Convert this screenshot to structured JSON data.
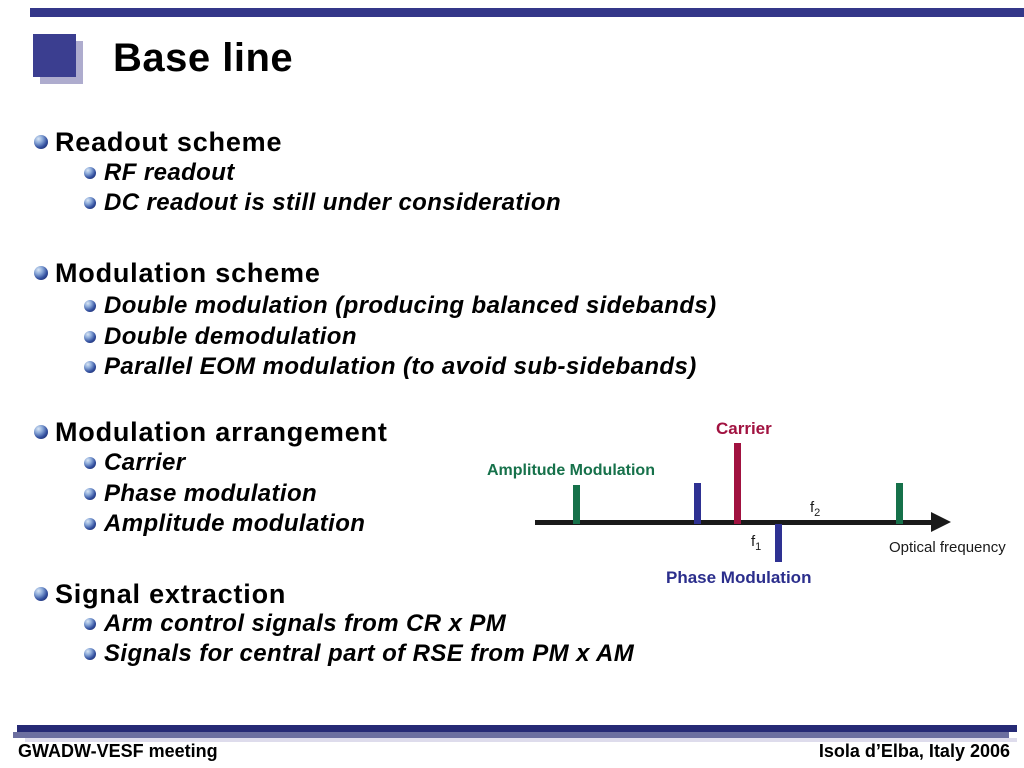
{
  "slide": {
    "title": "Base line",
    "sections": [
      {
        "heading": "Readout scheme",
        "items": [
          "RF readout",
          "DC readout is still under consideration"
        ]
      },
      {
        "heading": "Modulation scheme",
        "items": [
          "Double modulation (producing balanced sidebands)",
          "Double demodulation",
          "Parallel EOM modulation (to avoid sub-sidebands)"
        ]
      },
      {
        "heading": "Modulation arrangement",
        "items": [
          "Carrier",
          "Phase modulation",
          "Amplitude modulation"
        ]
      },
      {
        "heading": "Signal extraction",
        "items": [
          "Arm control signals from CR x PM",
          "Signals for central part of RSE from PM x AM"
        ]
      }
    ]
  },
  "diagram": {
    "carrier_label": "Carrier",
    "amplitude_label": "Amplitude Modulation",
    "phase_label": "Phase Modulation",
    "axis_label": "Optical frequency",
    "f1": {
      "base": "f",
      "sub": "1"
    },
    "f2": {
      "base": "f",
      "sub": "2"
    },
    "colors": {
      "carrier": "#A11240",
      "amplitude_modulation": "#16714A",
      "phase_modulation": "#2E3192",
      "axis": "#1a1a1a"
    },
    "lines": [
      {
        "name": "am-lower-sideband",
        "color": "#16714A",
        "direction": "up"
      },
      {
        "name": "pm-lower-sideband",
        "color": "#2E3192",
        "direction": "up"
      },
      {
        "name": "carrier",
        "color": "#A11240",
        "direction": "up"
      },
      {
        "name": "pm-upper-sideband",
        "color": "#2E3192",
        "direction": "down"
      },
      {
        "name": "am-upper-sideband",
        "color": "#16714A",
        "direction": "up"
      }
    ]
  },
  "footer": {
    "left": "GWADW-VESF meeting",
    "right": "Isola d’Elba, Italy 2006"
  },
  "theme": {
    "accent_navy": "#343789",
    "square_shadow": "#aeacce",
    "footer_bar_dark": "#262A75",
    "footer_bar_light": "#6C6FA0"
  }
}
